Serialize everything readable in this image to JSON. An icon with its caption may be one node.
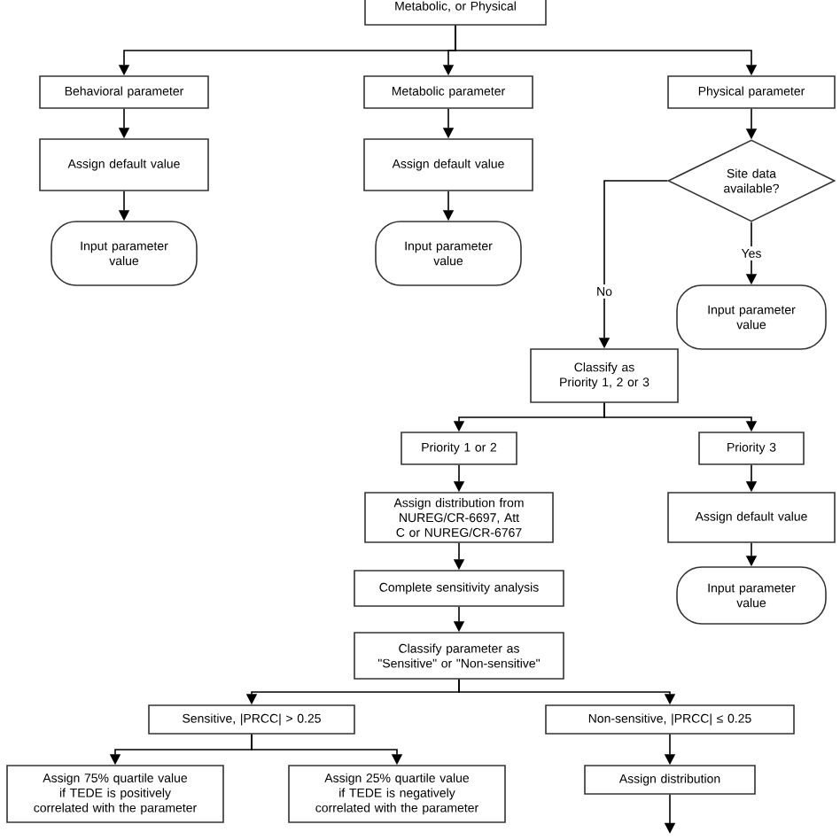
{
  "diagram": {
    "nodes": [
      {
        "text": [
          "Metabolic, or Physical"
        ]
      },
      {
        "text": [
          "Behavioral parameter"
        ]
      },
      {
        "text": [
          "Assign default value"
        ]
      },
      {
        "text": [
          "Input parameter value"
        ]
      },
      {
        "text": [
          "Metabolic parameter"
        ]
      },
      {
        "text": [
          "Assign default value"
        ]
      },
      {
        "text": [
          "Input parameter value"
        ]
      },
      {
        "text": [
          "Physical parameter"
        ]
      },
      {
        "text": [
          "Site data available?"
        ]
      },
      {
        "text": [
          "Input parameter value"
        ]
      },
      {
        "text": [
          "Classify as Priority 1, 2 or 3"
        ]
      },
      {
        "text": [
          "Priority 1 or 2"
        ]
      },
      {
        "text": [
          "Priority 3"
        ]
      },
      {
        "text": [
          "Assign distribution from NUREG/CR-6697, Att C or NUREG/CR-6767"
        ]
      },
      {
        "text": [
          "Assign default value"
        ]
      },
      {
        "text": [
          "Input parameter value"
        ]
      },
      {
        "text": [
          "Complete sensitivity analysis"
        ]
      },
      {
        "text": [
          "Classify parameter as \"Sensitive\" or \"Non-sensitive\""
        ]
      },
      {
        "text": [
          "Sensitive, |PRCC| > 0.25"
        ]
      },
      {
        "text": [
          "Non-sensitive, |PRCC| ≤ 0.25"
        ]
      },
      {
        "text": [
          "Assign 75% quartile value if TEDE is positively correlated with the parameter"
        ]
      },
      {
        "text": [
          "Assign 25% quartile value if TEDE is negatively correlated with the parameter"
        ]
      },
      {
        "text": [
          "Assign distribution"
        ]
      }
    ],
    "edges": [
      {
        "from": 0,
        "to": 1,
        "arrow": "to"
      },
      {
        "from": 0,
        "to": 4,
        "arrow": "to"
      },
      {
        "from": 0,
        "to": 7,
        "arrow": "to"
      },
      {
        "from": 1,
        "to": 2,
        "arrow": "to"
      },
      {
        "from": 2,
        "to": 3,
        "arrow": "to"
      },
      {
        "from": 4,
        "to": 5,
        "arrow": "to"
      },
      {
        "from": 5,
        "to": 6,
        "arrow": "to"
      },
      {
        "from": 7,
        "to": 8,
        "arrow": "to"
      },
      {
        "from": 8,
        "to": 10,
        "arrow": "to",
        "label": "No"
      },
      {
        "from": 8,
        "to": 9,
        "arrow": "to",
        "label": "Yes"
      },
      {
        "from": 10,
        "to": 11,
        "arrow": "to"
      },
      {
        "from": 10,
        "to": 12,
        "arrow": "to"
      },
      {
        "from": 11,
        "to": 13,
        "arrow": "to"
      },
      {
        "from": 12,
        "to": 14,
        "arrow": "to"
      },
      {
        "from": 14,
        "to": 15,
        "arrow": "to"
      },
      {
        "from": 13,
        "to": 16,
        "arrow": "to"
      },
      {
        "from": 16,
        "to": 17,
        "arrow": "to"
      },
      {
        "from": 17,
        "to": 18,
        "arrow": "to"
      },
      {
        "from": 17,
        "to": 19,
        "arrow": "to"
      },
      {
        "from": 18,
        "to": 20,
        "arrow": "to"
      },
      {
        "from": 18,
        "to": 21,
        "arrow": "to"
      },
      {
        "from": 19,
        "to": 22,
        "arrow": "to"
      },
      {
        "from": 22,
        "to": null,
        "arrow": "to"
      }
    ]
  }
}
